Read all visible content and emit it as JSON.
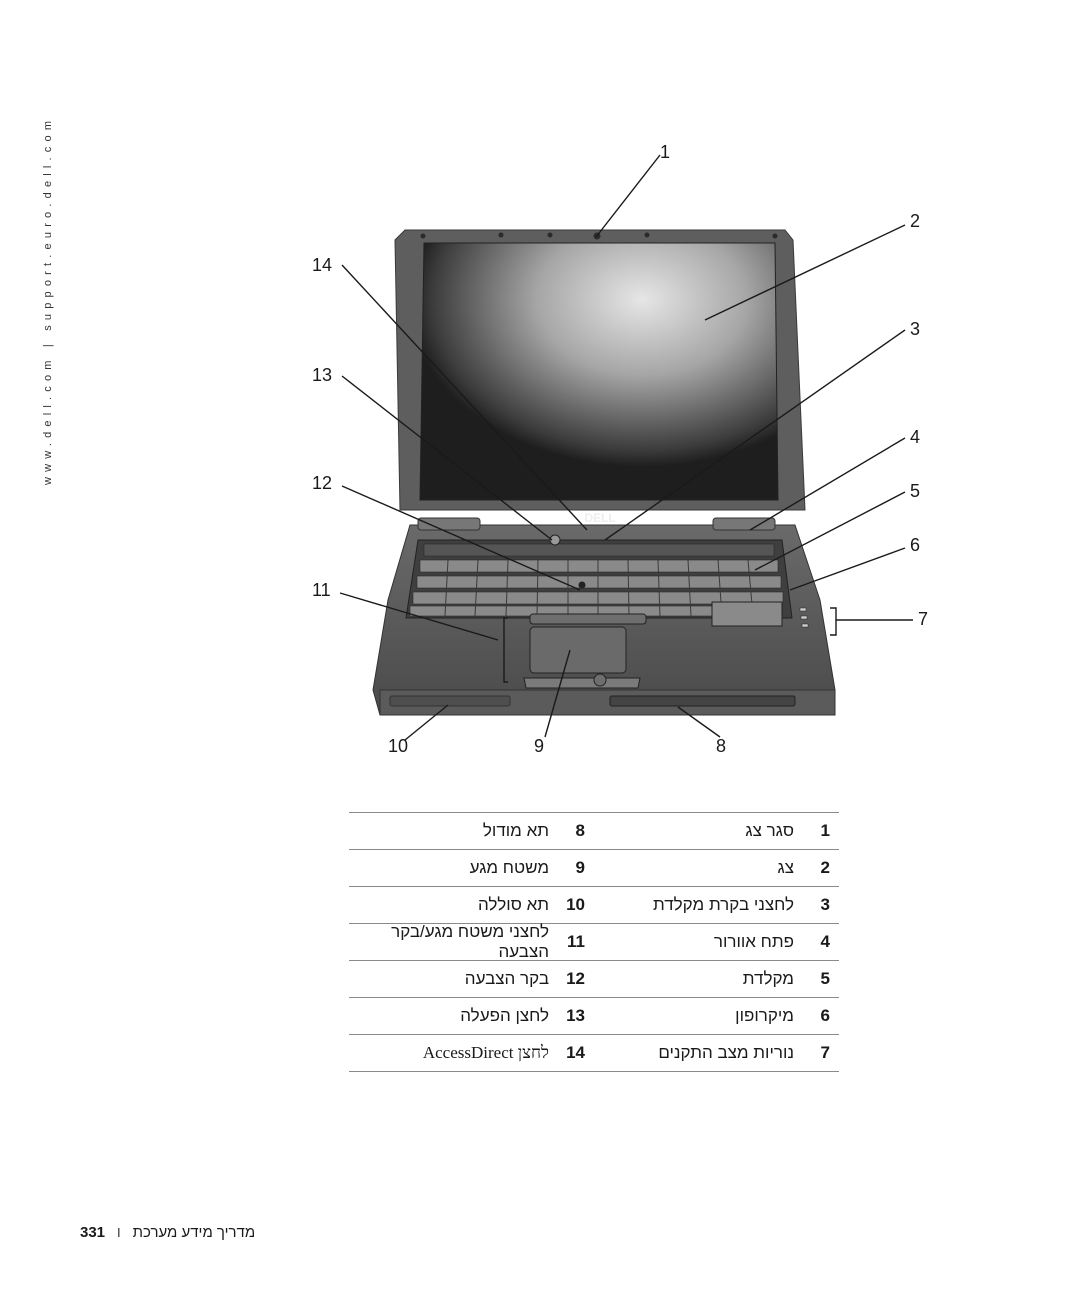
{
  "side_url": "www.dell.com | support.euro.dell.com",
  "figure": {
    "callouts": [
      "1",
      "2",
      "3",
      "4",
      "5",
      "6",
      "7",
      "8",
      "9",
      "10",
      "11",
      "12",
      "13",
      "14"
    ],
    "keyboard_strip_text": "DELL"
  },
  "legend": {
    "rows": [
      {
        "left_num": "8",
        "left_text": "תא מודול",
        "right_num": "1",
        "right_text": "סגר צג"
      },
      {
        "left_num": "9",
        "left_text": "משטח מגע",
        "right_num": "2",
        "right_text": "צג"
      },
      {
        "left_num": "10",
        "left_text": "תא סוללה",
        "right_num": "3",
        "right_text": "לחצני בקרת מקלדת"
      },
      {
        "left_num": "11",
        "left_text": "לחצני משטח מגע/בקר הצבעה",
        "right_num": "4",
        "right_text": "פתח אוורור"
      },
      {
        "left_num": "12",
        "left_text": "בקר הצבעה",
        "right_num": "5",
        "right_text": "מקלדת"
      },
      {
        "left_num": "13",
        "left_text": "לחצן הפעלה",
        "right_num": "6",
        "right_text": "מיקרופון"
      },
      {
        "left_num": "14",
        "left_text": "לחצן AccessDirect",
        "right_num": "7",
        "right_text": "נוריות מצב התקנים"
      }
    ]
  },
  "footer": {
    "page_number": "331",
    "separator": "I",
    "title": "מדריך מידע מערכת"
  }
}
